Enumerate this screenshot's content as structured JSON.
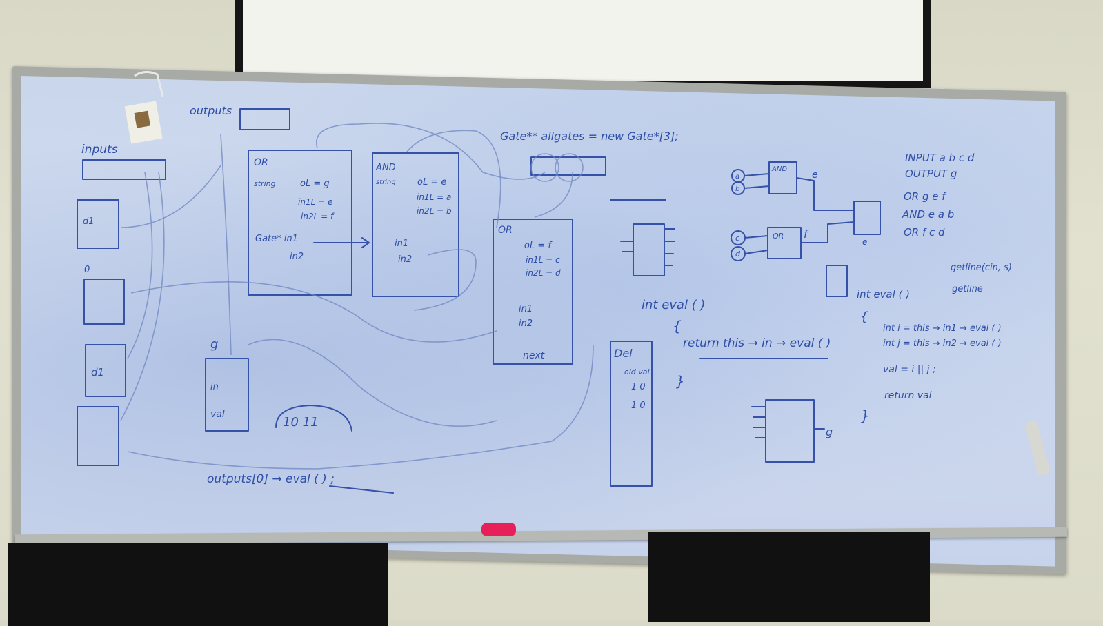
{
  "whiteboard": {
    "inputs_label": "inputs",
    "outputs_label": "outputs",
    "or_gate": {
      "title": "OR",
      "type_label": "string",
      "ol_line": "oL = g",
      "in1l_line": "in1L = e",
      "in2l_line": "in2L = f",
      "gate_ptr_line": "Gate* in1",
      "in2_line": "in2"
    },
    "and_gate": {
      "title": "AND",
      "type_label": "string",
      "ol_line": "oL = e",
      "in1l_line": "in1L = a",
      "in2l_line": "in2L = b",
      "in1_line": "in1",
      "in2_line": "in2"
    },
    "or_gate_2": {
      "title": "OR",
      "ol_line": "oL = f",
      "in1l_line": "in1L = c",
      "in2l_line": "in2L = d",
      "in1_line": "in1",
      "in2_line": "in2",
      "next_line": "next"
    },
    "allgates_decl": "Gate** allgates = new Gate*[3];",
    "eval_signature": "int eval ( )",
    "eval_open_brace": "{",
    "eval_body": "return this → in → eval ( )",
    "eval_close_brace": "}",
    "output_eval_call": "outputs[0] → eval ( ) ;",
    "bits_value": "10 11",
    "netlist": {
      "line1": "INPUT  a b c d",
      "line2": "OUTPUT  g",
      "line3": "OR  g  e  f",
      "line4": "AND  e  a  b",
      "line5": "OR  f  c  d"
    },
    "getline_note": "getline(cin, s)",
    "getline_note_2": "getline",
    "int_eval_2": "int eval ( )",
    "code_i": "int i = this → in1 → eval ( )",
    "code_j": "int j = this → in2 → eval ( )",
    "code_val": "val = i || j ;",
    "code_return": "return val",
    "code_brace_open": "{",
    "code_brace_close": "}",
    "del_label": "Del",
    "del_col": "old val",
    "del_row1": "1  0",
    "del_row2": "1  0",
    "small_labels": {
      "d0": "d1",
      "lower_d1": "d1",
      "zero": "0",
      "g": "g",
      "in": "in",
      "val": "val",
      "gate_and": "AND",
      "gate_or": "OR",
      "e_out": "e",
      "f_out": "f",
      "g_out": "g",
      "a": "a",
      "b": "b",
      "c": "c",
      "d": "d",
      "e": "e"
    }
  },
  "colors": {
    "ink": "#2f4fa8",
    "marker": "#e8205a"
  }
}
